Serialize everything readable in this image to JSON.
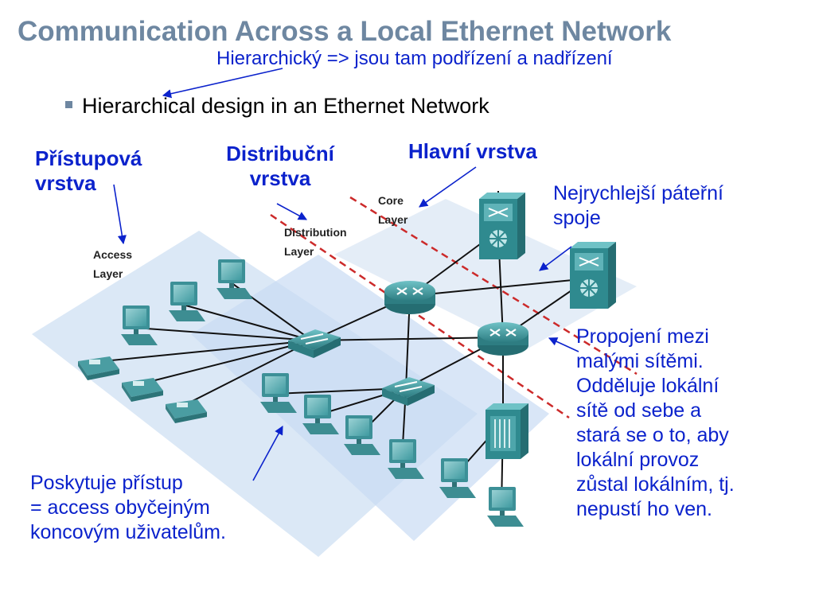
{
  "header": {
    "title": "Communication Across a Local Ethernet Network",
    "subtitle": "Hierarchický => jsou tam podřízení a nadřízení",
    "bullet": "Hierarchical design in an Ethernet Network"
  },
  "czech_labels": {
    "access_1": "Přístupová",
    "access_2": "vrstva",
    "distribution_1": "Distribuční",
    "distribution_2": "vrstva",
    "core": "Hlavní vrstva"
  },
  "diagram_labels": {
    "access_1": "Access",
    "access_2": "Layer",
    "distribution_1": "Distribution",
    "distribution_2": "Layer",
    "core_1": "Core",
    "core_2": "Layer"
  },
  "notes": {
    "backbone_1": "Nejrychlejší páteřní",
    "backbone_2": "spoje",
    "distribution_1": "Propojení mezi",
    "distribution_2": "malými sítěmi.",
    "distribution_3": "Odděluje lokální",
    "distribution_4": "sítě od sebe a",
    "distribution_5": "stará se o to, aby",
    "distribution_6": "lokální provoz",
    "distribution_7": "zůstal lokálním, tj.",
    "distribution_8": "nepustí ho ven.",
    "access_1": "Poskytuje přístup",
    "access_2": "= access obyčejným",
    "access_3": "koncovým uživatelům."
  },
  "colors": {
    "title": "#6e87a1",
    "annotation": "#0b22cc",
    "device": "#2f8a8f",
    "layer_band": "#c9dcf3",
    "boundary": "#cc2a2a"
  },
  "icons": [
    "router-icon",
    "multilayer-switch-icon",
    "workgroup-switch-icon",
    "pc-icon",
    "ip-phone-icon",
    "server-icon"
  ]
}
